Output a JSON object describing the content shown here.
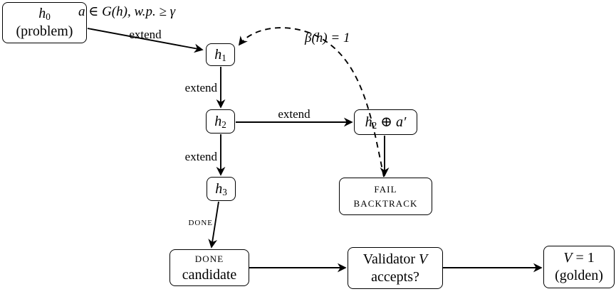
{
  "page": {
    "background": "#ffffff",
    "ink": "#000000"
  },
  "nodes": {
    "h0": {
      "base": "h",
      "sub": "0",
      "line2": "(problem)"
    },
    "h1": {
      "base": "h",
      "sub": "1"
    },
    "h2": {
      "base": "h",
      "sub": "2"
    },
    "h2a": {
      "base": "h",
      "sub": "2",
      "rest": " ⊕ a′"
    },
    "h3": {
      "base": "h",
      "sub": "3"
    },
    "fail": {
      "line1": "FAIL",
      "line2": "BACKTRACK"
    },
    "done_candidate": {
      "line1": "DONE",
      "line2": "candidate"
    },
    "validator": {
      "line1_text": "Validator ",
      "line1_math": "V",
      "line2": "accepts?"
    },
    "golden": {
      "line1_math": "V",
      "line1_rest": " = 1",
      "line2": "(golden)"
    }
  },
  "labels": {
    "top_annotation": "a ∈ G(h), w.p. ≥ γ",
    "extend_h0_h1": "extend",
    "extend_h1_h2": "extend",
    "extend_h2_h2a": "extend",
    "extend_h2_h3": "extend",
    "done_edge": "DONE",
    "backtrack": "β(h) = 1"
  }
}
